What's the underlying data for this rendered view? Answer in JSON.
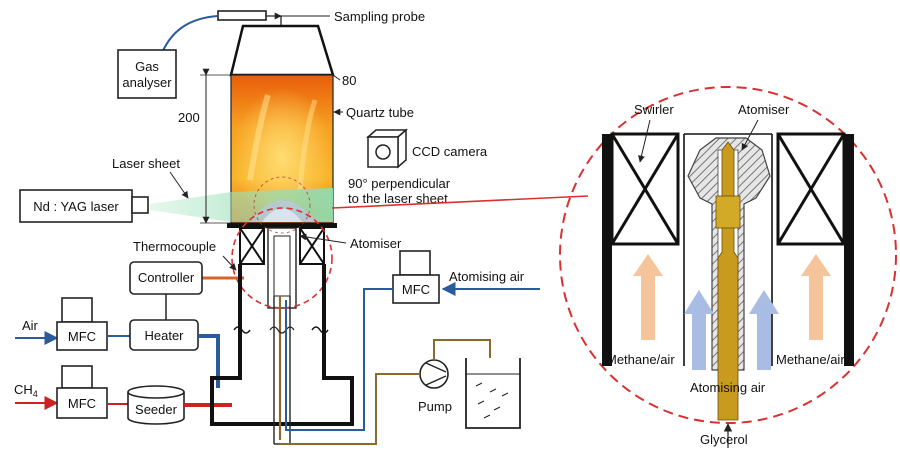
{
  "labels": {
    "sampling_probe": "Sampling probe",
    "gas_analyser_1": "Gas",
    "gas_analyser_2": "analyser",
    "dim_80": "80",
    "dim_200": "200",
    "quartz_tube": "Quartz tube",
    "ccd_camera": "CCD camera",
    "perp_1": "90° perpendicular",
    "perp_2": "to the laser sheet",
    "laser_sheet": "Laser sheet",
    "laser": "Nd : YAG laser",
    "thermocouple": "Thermocouple",
    "atomiser_left": "Atomiser",
    "controller": "Controller",
    "mfc_atomising": "MFC",
    "atomising_air_left": "Atomising air",
    "air": "Air",
    "mfc_air": "MFC",
    "heater": "Heater",
    "ch4": "CH",
    "ch4_sub": "4",
    "mfc_ch4": "MFC",
    "seeder": "Seeder",
    "pump": "Pump",
    "swirler": "Swirler",
    "atomiser_right": "Atomiser",
    "methane_air_left": "Methane/air",
    "methane_air_right": "Methane/air",
    "atomising_air_right": "Atomising air",
    "glycerol": "Glycerol"
  },
  "colors": {
    "air_line": "#2a5b9c",
    "ch4_line": "#cc2222",
    "glycerol_line": "#8a6a2e",
    "laser_sheet": "#9fe0b8",
    "detail_circle": "#d93030",
    "methane_arrow": "#f6c49a",
    "atomising_arrow": "#a9bde4",
    "glycerol_fill": "#c89a1e"
  }
}
